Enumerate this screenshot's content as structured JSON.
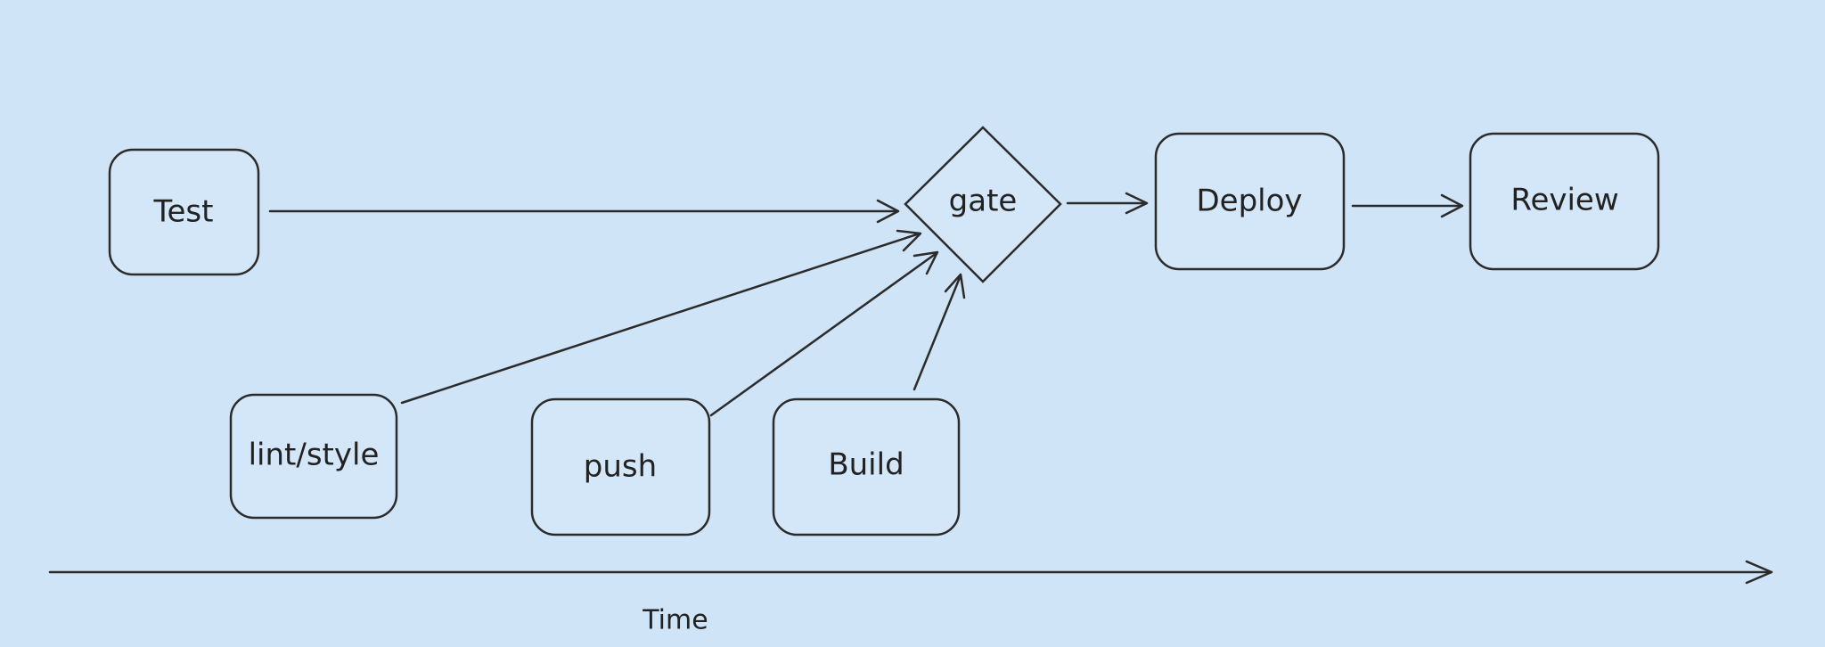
{
  "diagram": {
    "nodes": {
      "test": "Test",
      "lint": "lint/style",
      "push": "push",
      "build": "Build",
      "gate": "gate",
      "deploy": "Deploy",
      "review": "Review"
    },
    "axis": {
      "label": "Time"
    }
  },
  "colors": {
    "background": "#cfe4f7",
    "stroke": "#2b2b2b"
  }
}
